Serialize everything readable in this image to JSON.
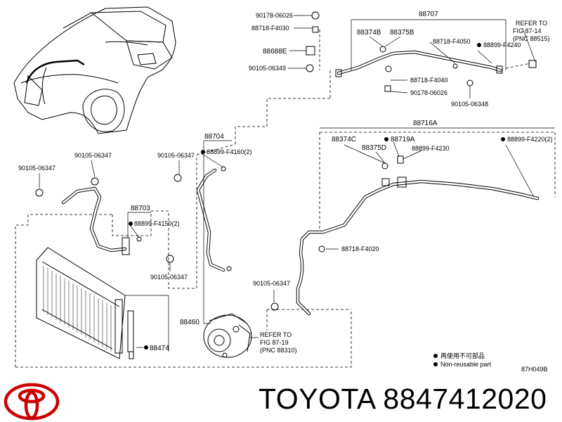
{
  "brand": {
    "text": "TOYOTA 8847412020",
    "logo_color": "#cc0000"
  },
  "labels": {
    "l90178_06026_top": "90178-06026",
    "l88718_F4030": "88718-F4030",
    "l88688E": "88688E",
    "l90105_06349": "90105-06349",
    "l88707": "88707",
    "l88374B": "88374B",
    "l88375B": "88375B",
    "l88718_F4050": "88718-F4050",
    "l88899_F4240": "88899-F4240",
    "refer1_a": "REFER TO",
    "refer1_b": "FIG 87-14",
    "refer1_c": "(PNC 88515)",
    "l88718_F4040": "88718-F4040",
    "l90178_06026_b": "90178-06026",
    "l90105_06348": "90105-06348",
    "l88716A": "88716A",
    "l88374C": "88374C",
    "l88719A": "88719A",
    "l88375D": "88375D",
    "l88899_F4230": "88899-F4230",
    "l88899_F4220": "88899-F4220(2)",
    "l88718_F4020": "88718-F4020",
    "l90105_06347_r": "90105-06347",
    "l88704": "88704",
    "l90105_06347_c": "90105-06347",
    "l88899_F4160": "88899-F4160(2)",
    "l90105_06347_tl": "90105-06347",
    "l90105_06347_l": "90105-06347",
    "l88703": "88703",
    "l88899_F4150": "88899-F4150(2)",
    "l90105_06347_m": "90105-06347",
    "l88460": "88460",
    "l88474": "88474",
    "refer2_a": "REFER TO",
    "refer2_b": "FIG 87-19",
    "refer2_c": "(PNC 88310)",
    "legend_cn": "再使用不可部品",
    "legend_en": "Non-reusable part",
    "code": "87H049B"
  }
}
